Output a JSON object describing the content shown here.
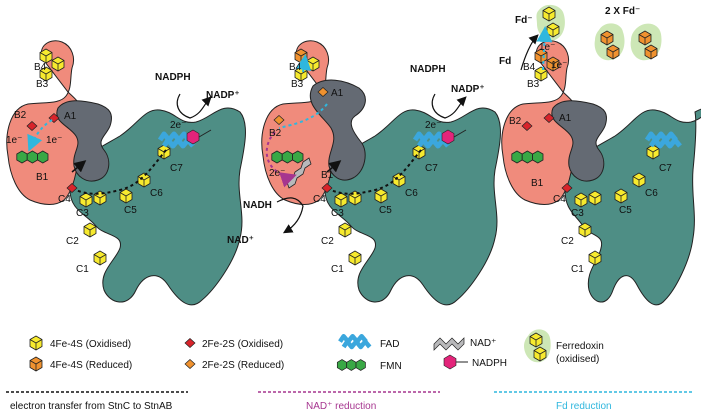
{
  "colors": {
    "salmon": "#F08B7C",
    "teal": "#4E8E85",
    "gray": "#646A73",
    "yellow": "#F7EA2E",
    "orange": "#F0922F",
    "red": "#D8242B",
    "fad": "#3BA7DD",
    "fmn": "#39A845",
    "nadp_hex": "#E3247A",
    "nad_gray": "#B9B9BB",
    "ferredoxin": "#CDE7B6",
    "purple": "#A6358F",
    "cyan": "#2FB7DE"
  },
  "panel1": {
    "labels": {
      "B4": "B4",
      "B3": "B3",
      "B2": "B2",
      "A1": "A1",
      "B1": "B1",
      "C1": "C1",
      "C2": "C2",
      "C3": "C3",
      "C4": "C4",
      "C5": "C5",
      "C6": "C6",
      "C7": "C7"
    },
    "e_left": "1e⁻",
    "e_right": "1e⁻",
    "e_top": "2e⁻",
    "nadph": "NADPH",
    "nadp": "NADP⁺"
  },
  "panel2": {
    "labels": {
      "B4": "B4",
      "B3": "B3",
      "B2": "B2",
      "A1": "A1",
      "B1": "B1",
      "C1": "C1",
      "C2": "C2",
      "C3": "C3",
      "C4": "C4",
      "C5": "C5",
      "C6": "C6",
      "C7": "C7"
    },
    "e_top": "2e⁻",
    "e_nad": "2e⁻",
    "nadph": "NADPH",
    "nadp": "NADP⁺",
    "nadh": "NADH",
    "nad": "NAD⁺"
  },
  "panel3": {
    "labels": {
      "B4": "B4",
      "B3": "B3",
      "B2": "B2",
      "A1": "A1",
      "B1": "B1",
      "C1": "C1",
      "C2": "C2",
      "C3": "C3",
      "C4": "C4",
      "C5": "C5",
      "C6": "C6",
      "C7": "C7"
    },
    "fd_top": "Fd⁻",
    "fd": "Fd",
    "e1": "1e⁻",
    "e2": "1e⁻",
    "fd_count": "2 X Fd⁻"
  },
  "legend": {
    "fes4_ox": "4Fe-4S (Oxidised)",
    "fes4_red": "4Fe-4S (Reduced)",
    "fes2_ox": "2Fe-2S (Oxidised)",
    "fes2_red": "2Fe-2S (Reduced)",
    "fad": "FAD",
    "fmn": "FMN",
    "nad": "NAD⁺",
    "nadph": "NADPH",
    "ferredoxin_line1": "Ferredoxin",
    "ferredoxin_line2": "(oxidised)"
  },
  "footer": {
    "black": "electron transfer from StnC to StnAB",
    "purple": "NAD⁺ reduction",
    "cyan": "Fd reduction"
  }
}
